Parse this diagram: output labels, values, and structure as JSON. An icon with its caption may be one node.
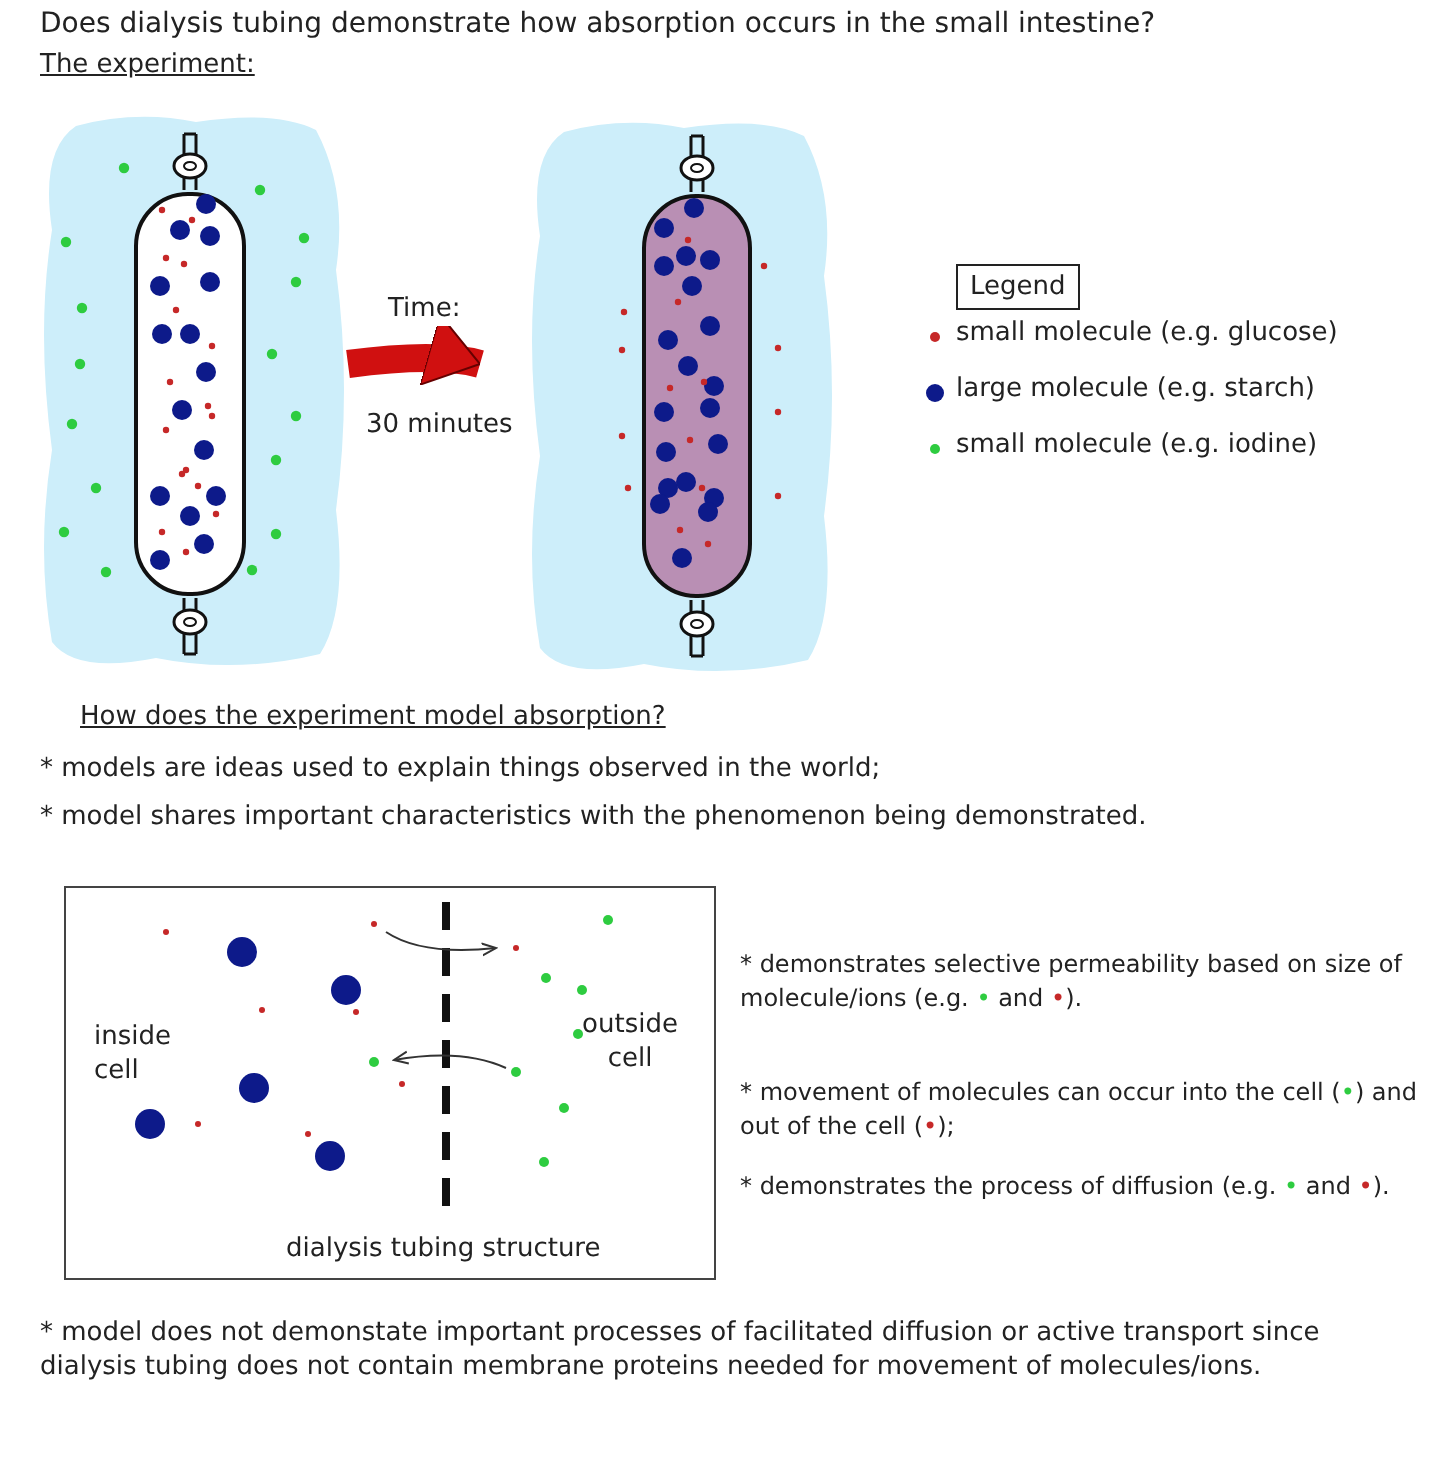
{
  "diagram": {
    "title": "Does dialysis tubing demonstrate how absorption occurs in the small intestine?",
    "nodes": [
      {
        "text": [],
        "shape": "picture"
      },
      {
        "text": [],
        "shape": "picture"
      },
      {
        "text": [
          "inside cell",
          "outside cell",
          "dialysis tubing structure"
        ]
      }
    ],
    "edges": [
      {
        "from": 0,
        "to": 1,
        "arrow": "to",
        "label": "Time:",
        "color": "#d01010"
      }
    ],
    "labels": [
      "The experiment:",
      "Legend",
      "30 minutes",
      "How does the experiment model absorption?",
      "* models are ideas used to explain things observed in the world;",
      "* model shares important characteristics with the phenomenon being demonstrated.",
      "* demonstrates selective permeability based on size of molecule/ions (e.g. • and •).",
      "* movement of molecules can occur into the cell (•) and out of the cell (•);",
      "* demonstrates the process of diffusion (e.g. • and •).",
      "* model does not demonstate important processes of facilitated diffusion or active transport since dialysis tubing does not contain membrane proteins needed for movement of molecules/ions."
    ],
    "legend": [
      {
        "text": "small molecule (e.g. glucose)",
        "color": "#c62828"
      },
      {
        "text": "large molecule (e.g. starch)",
        "color": "#0d1a8a"
      },
      {
        "text": "small molecule (e.g. iodine)",
        "color": "#2ecc40"
      }
    ]
  }
}
